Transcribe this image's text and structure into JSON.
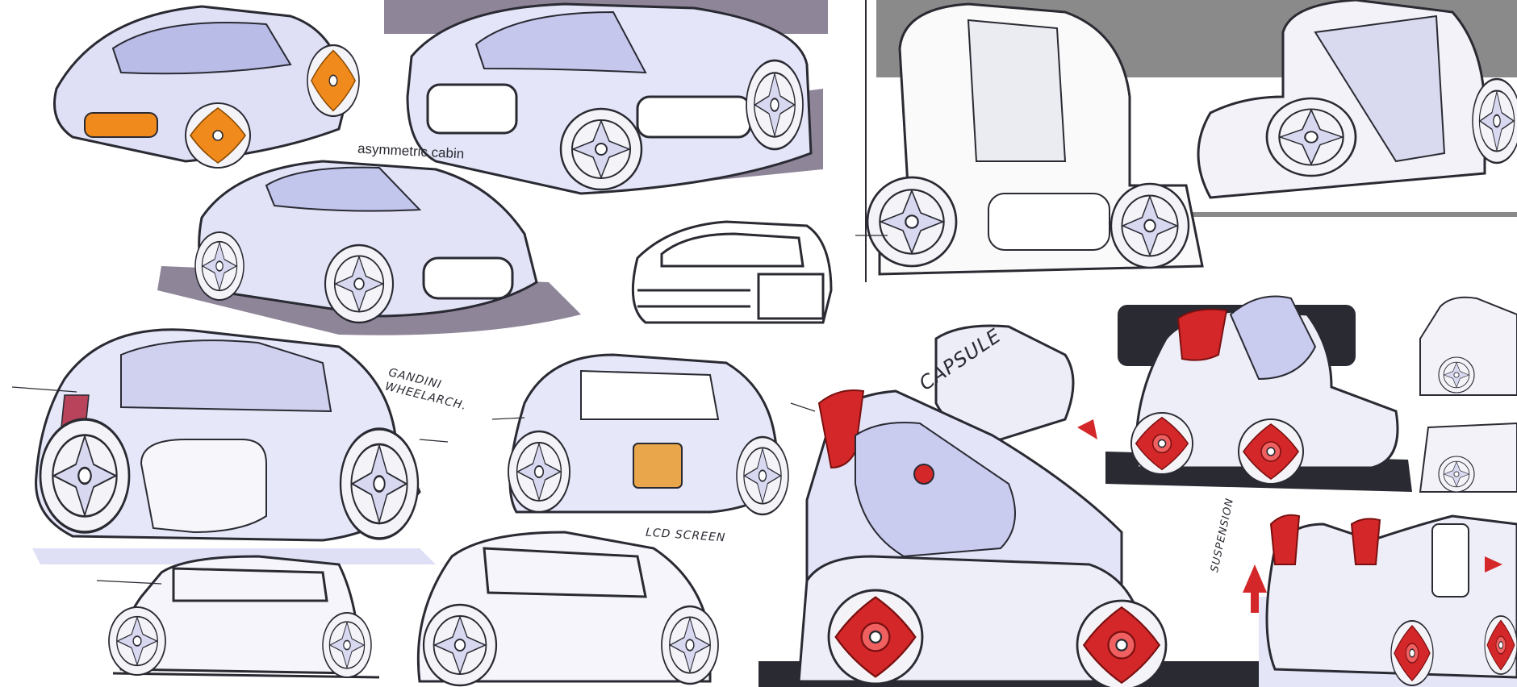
{
  "annotations": {
    "asymmetric_cabin": "asymmetric cabin",
    "gandini_line1": "GANDINI",
    "gandini_line2": "WHEELARCH.",
    "lcd_screen": "LCD SCREEN",
    "capsule": "CAPSULE",
    "suspension": "SUSPENSION"
  },
  "colors": {
    "ink": "#2a2a33",
    "shadow": "#8f8599",
    "lavender": "#c9cbef",
    "orange": "#f08a1c",
    "red": "#d4272a",
    "grey_panel": "#8a8a8a"
  }
}
